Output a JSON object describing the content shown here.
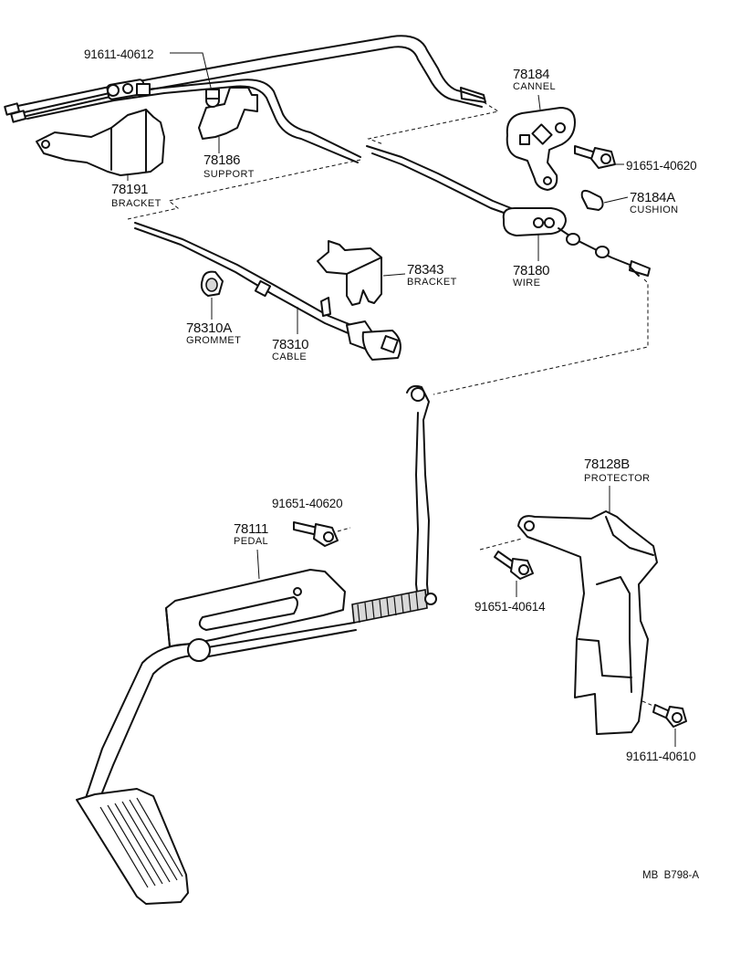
{
  "parts": {
    "p91611_40612": {
      "number": "91611-40612"
    },
    "p78186": {
      "number": "78186",
      "name": "SUPPORT"
    },
    "p78191": {
      "number": "78191",
      "name": "BRACKET"
    },
    "p78184": {
      "number": "78184",
      "name": "CANNEL"
    },
    "p91651_40620_a": {
      "number": "91651-40620"
    },
    "p78184A": {
      "number": "78184A",
      "name": "CUSHION"
    },
    "p78180": {
      "number": "78180",
      "name": "WIRE"
    },
    "p78343": {
      "number": "78343",
      "name": "BRACKET"
    },
    "p78310A": {
      "number": "78310A",
      "name": "GROMMET"
    },
    "p78310": {
      "number": "78310",
      "name": "CABLE"
    },
    "p78128B": {
      "number": "78128B",
      "name": "PROTECTOR"
    },
    "p91651_40620_b": {
      "number": "91651-40620"
    },
    "p78111": {
      "number": "78111",
      "name": "PEDAL"
    },
    "p91651_40614": {
      "number": "91651-40614"
    },
    "p91611_40610": {
      "number": "91611-40610"
    }
  },
  "footer": {
    "code": "MB  B798-A"
  }
}
